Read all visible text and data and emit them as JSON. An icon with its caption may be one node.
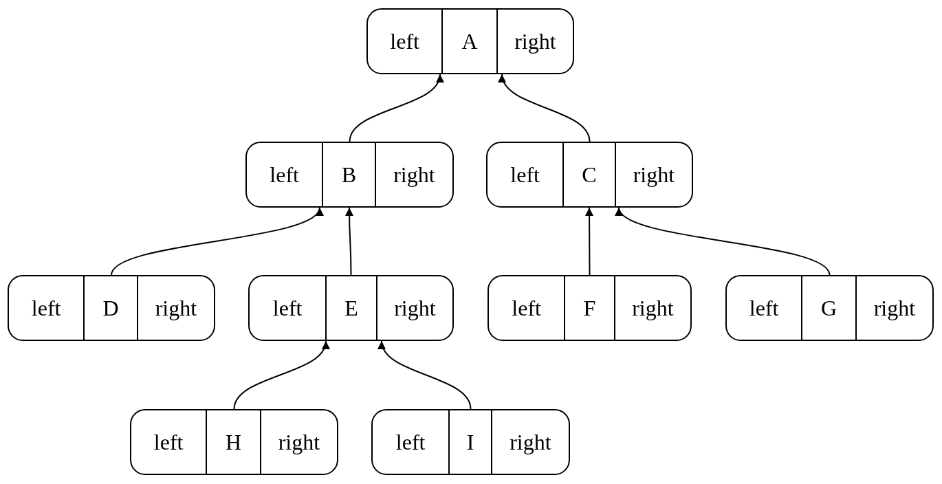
{
  "diagram": {
    "nodes": [
      {
        "text": [
          "left",
          "A",
          "right"
        ]
      },
      {
        "text": [
          "left",
          "B",
          "right"
        ]
      },
      {
        "text": [
          "left",
          "C",
          "right"
        ]
      },
      {
        "text": [
          "left",
          "D",
          "right"
        ]
      },
      {
        "text": [
          "left",
          "E",
          "right"
        ]
      },
      {
        "text": [
          "left",
          "F",
          "right"
        ]
      },
      {
        "text": [
          "left",
          "G",
          "right"
        ]
      },
      {
        "text": [
          "left",
          "H",
          "right"
        ]
      },
      {
        "text": [
          "left",
          "I",
          "right"
        ]
      }
    ],
    "edges": [
      {
        "from": 1,
        "to": 0,
        "arrow": "to"
      },
      {
        "from": 2,
        "to": 0,
        "arrow": "to"
      },
      {
        "from": 3,
        "to": 1,
        "arrow": "to"
      },
      {
        "from": 4,
        "to": 1,
        "arrow": "to"
      },
      {
        "from": 5,
        "to": 2,
        "arrow": "to"
      },
      {
        "from": 6,
        "to": 2,
        "arrow": "to"
      },
      {
        "from": 7,
        "to": 4,
        "arrow": "to"
      },
      {
        "from": 8,
        "to": 4,
        "arrow": "to"
      }
    ]
  }
}
